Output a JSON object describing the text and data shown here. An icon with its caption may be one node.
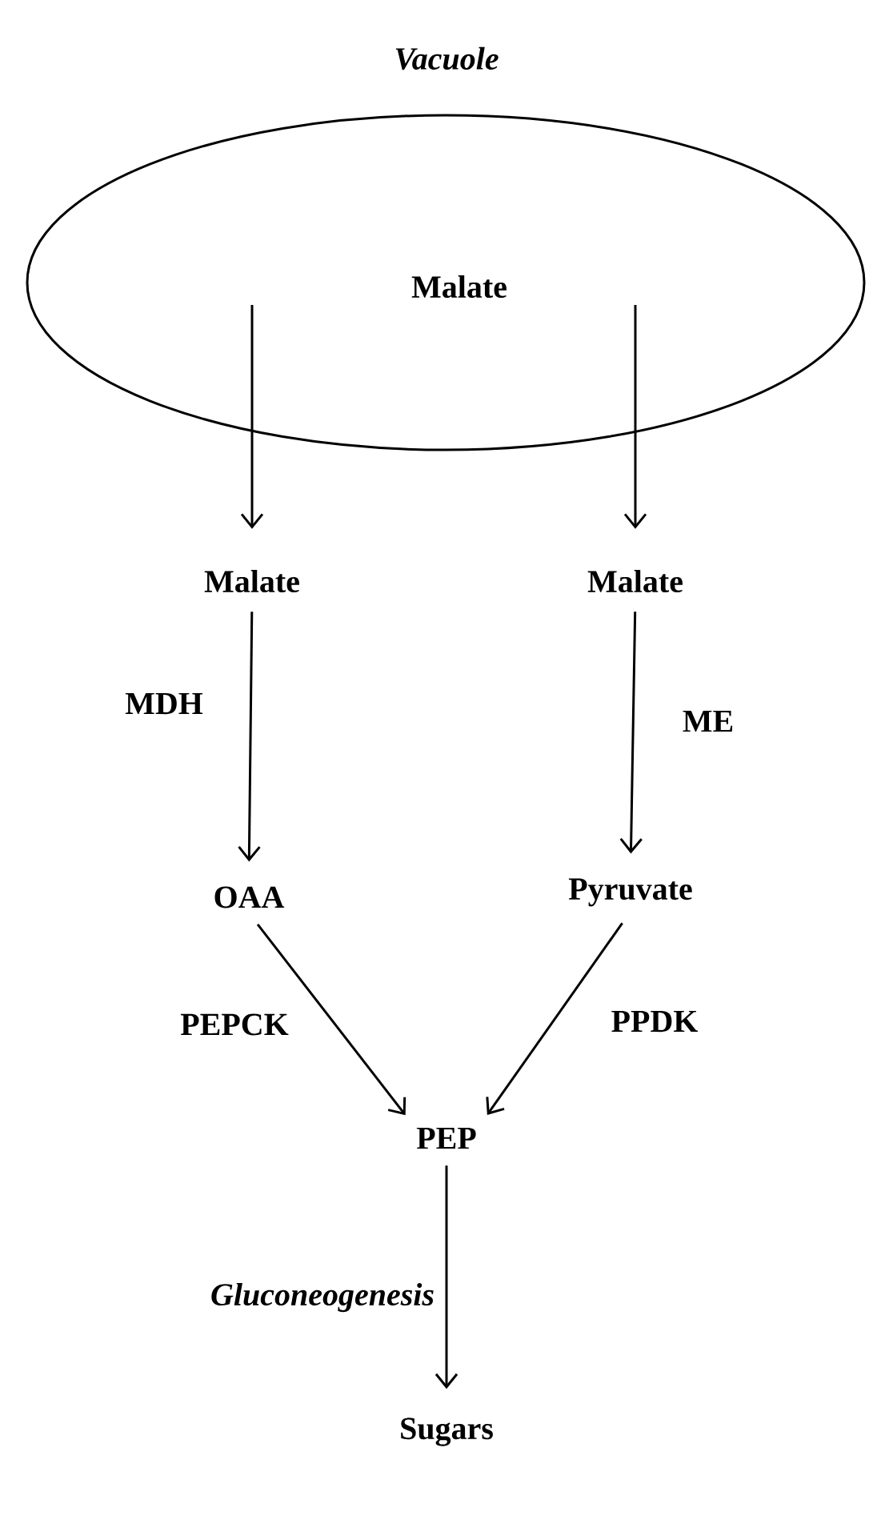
{
  "diagram": {
    "nodes": [
      {
        "text": [
          "Vacuole",
          "Malate"
        ]
      },
      {
        "text": [
          "Malate"
        ]
      },
      {
        "text": [
          "Malate"
        ]
      },
      {
        "text": [
          "OAA"
        ]
      },
      {
        "text": [
          "Pyruvate"
        ]
      },
      {
        "text": [
          "PEP"
        ]
      },
      {
        "text": [
          "Sugars"
        ]
      }
    ],
    "edges": [
      {
        "from": 0,
        "to": 1,
        "arrow": "to"
      },
      {
        "from": 0,
        "to": 2,
        "arrow": "to"
      },
      {
        "from": 1,
        "to": 3,
        "arrow": "to",
        "label": "MDH"
      },
      {
        "from": 2,
        "to": 4,
        "arrow": "to",
        "label": "ME"
      },
      {
        "from": 3,
        "to": 5,
        "arrow": "to",
        "label": "PEPCK"
      },
      {
        "from": 4,
        "to": 5,
        "arrow": "to",
        "label": "PPDK"
      },
      {
        "from": 5,
        "to": 6,
        "arrow": "to",
        "label": "Gluconeogenesis"
      }
    ]
  }
}
